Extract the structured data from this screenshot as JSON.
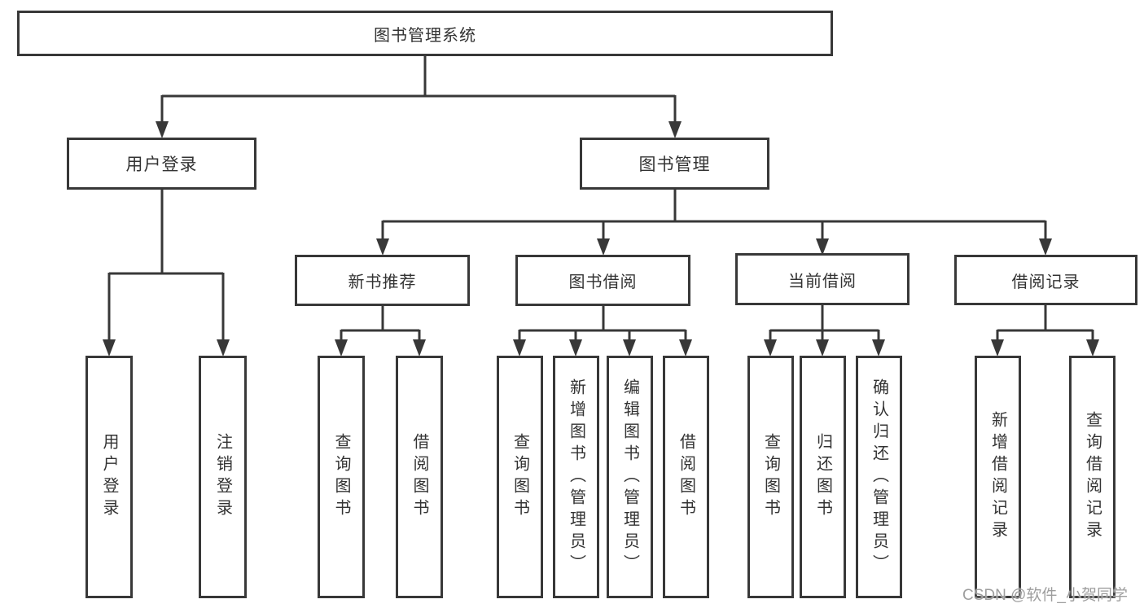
{
  "diagram": {
    "root_label": "图书管理系统",
    "level2": {
      "user_login": "用户登录",
      "book_mgmt": "图书管理"
    },
    "level3": {
      "new_book": "新书推荐",
      "book_borrow": "图书借阅",
      "current_borrow": "当前借阅",
      "borrow_record": "借阅记录"
    },
    "leaves": {
      "user_login_1": "用户登录",
      "user_login_2": "注销登录",
      "new_book_1": "查询图书",
      "new_book_2": "借阅图书",
      "book_borrow_1": "查询图书",
      "book_borrow_2": "新增图书（管理员）",
      "book_borrow_3": "编辑图书（管理员）",
      "book_borrow_4": "借阅图书",
      "current_borrow_1": "查询图书",
      "current_borrow_2": "归还图书",
      "current_borrow_3": "确认归还（管理员）",
      "borrow_record_1": "新增借阅记录",
      "borrow_record_2": "查询借阅记录"
    },
    "watermark": "CSDN @软件_小贺同学",
    "colors": {
      "line": "#383838",
      "text": "#333333",
      "watermark": "#9e9e9e",
      "background": "#ffffff"
    }
  }
}
